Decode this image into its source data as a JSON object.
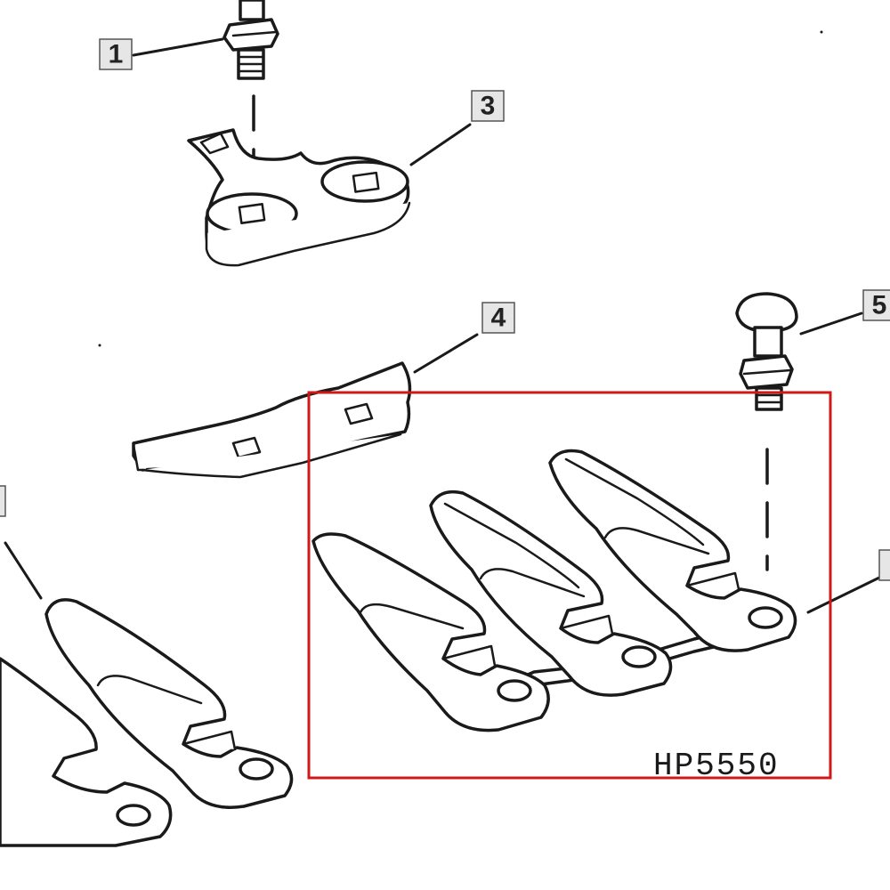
{
  "callouts": {
    "c1": "1",
    "c3": "3",
    "c4": "4",
    "c5": "5"
  },
  "drawing_number": "HP5550",
  "colors": {
    "highlight": "#d01818",
    "line": "#1a1a1a",
    "callout_fill": "#e6e6e6"
  }
}
